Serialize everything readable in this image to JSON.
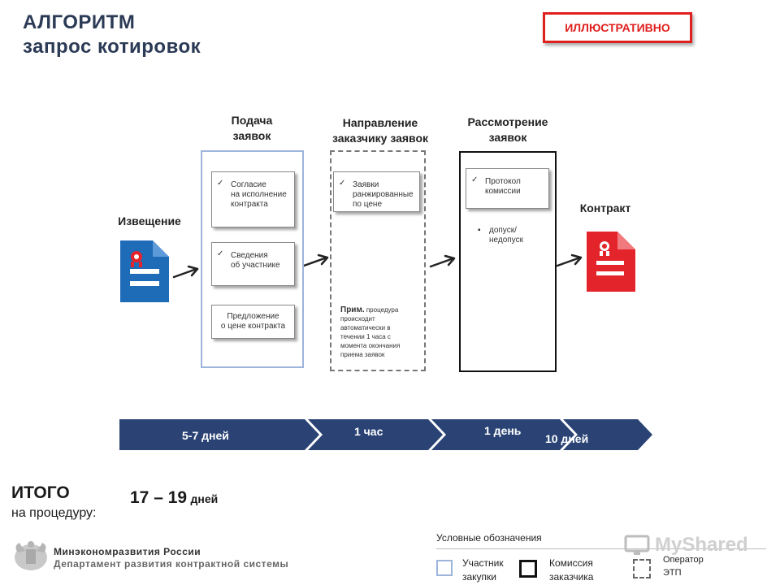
{
  "header": {
    "title_line1": "АЛГОРИТМ",
    "title_line2": "запрос котировок",
    "badge": "ИЛЛЮСТРАТИВНО"
  },
  "stages": {
    "notice_label": "Извещение",
    "submission": {
      "title_line1": "Подача",
      "title_line2": "заявок",
      "cards": [
        {
          "line1": "Согласие",
          "line2": "на исполнение",
          "line3": "контракта"
        },
        {
          "line1": "Сведения",
          "line2": "об участнике"
        },
        {
          "line1": "Предложение",
          "line2": "о цене контракта"
        }
      ]
    },
    "direction": {
      "title_line1": "Направление",
      "title_line2": "заказчику заявок",
      "card": {
        "line1": "Заявки",
        "line2": "ранжированные",
        "line3": "по цене"
      },
      "note_bold": "Прим.",
      "note_line1": " процедура",
      "note_line2": "происходит",
      "note_line3": "автоматически в",
      "note_line4": "течении 1 часа с",
      "note_line5": "момента окончания",
      "note_line6": "приема заявок"
    },
    "review": {
      "title_line1": "Рассмотрение",
      "title_line2": "заявок",
      "card": {
        "line1": "Протокол",
        "line2": "комиссии"
      },
      "bullet_line1": "допуск/",
      "bullet_line2": "недопуск"
    },
    "contract_label": "Контракт"
  },
  "timeline": {
    "seg1": "5-7 дней",
    "seg2": "1 час",
    "seg3": "1 день",
    "seg4": "10 дней"
  },
  "total": {
    "label_line1": "ИТОГО",
    "label_line2": "на процедуру:",
    "value": "17 – 19",
    "unit": "дней"
  },
  "footer": {
    "org_line1": "Минэкономразвития России",
    "org_line2": "Департамент развития контрактной системы"
  },
  "legend": {
    "title": "Условные обозначения",
    "participant_line1": "Участник",
    "participant_line2": "закупки",
    "commission_line1": "Комиссия",
    "commission_line2": "заказчика",
    "operator_line1": "Оператор",
    "operator_line2": "ЭТП"
  },
  "watermark": "MyShared",
  "colors": {
    "title": "#2b3a55",
    "badge_red": "#e0201e",
    "participant_border": "#9db4dd",
    "notice_blue": "#1e6bb8",
    "contract_red": "#e3242b",
    "timeline_navy": "#2a4374"
  }
}
